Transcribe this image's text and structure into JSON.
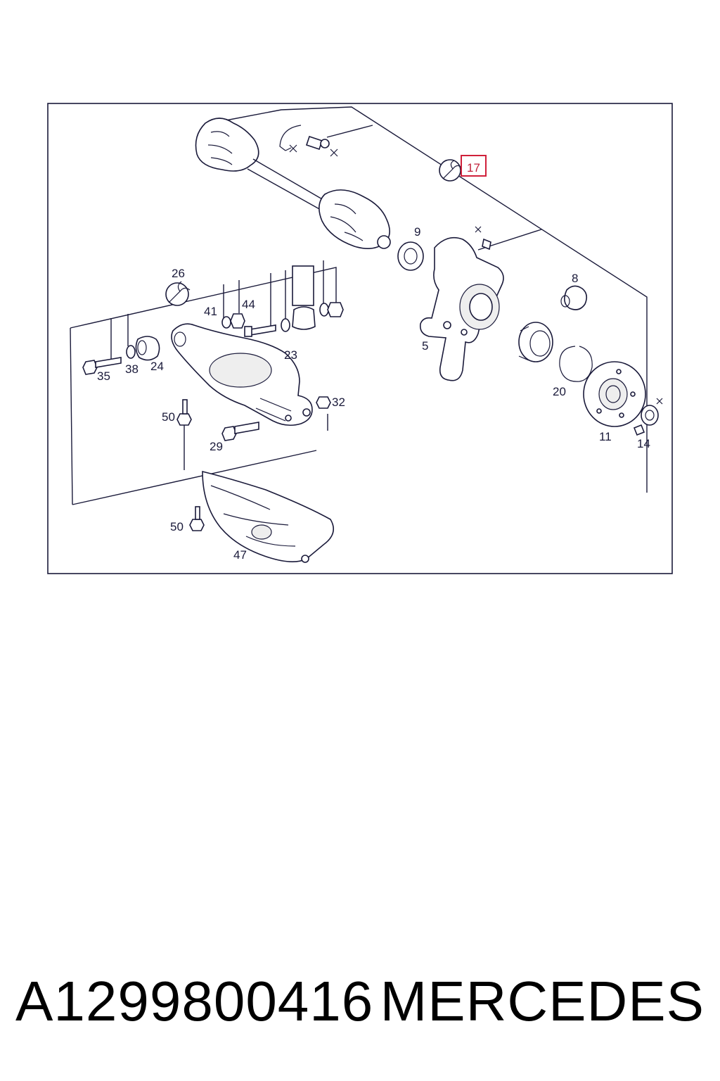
{
  "diagram": {
    "callouts": {
      "c17": "17",
      "c9": "9",
      "c8": "8",
      "c5": "5",
      "c26": "26",
      "c41": "41",
      "c44": "44",
      "c23": "23",
      "c35": "35",
      "c38": "38",
      "c24": "24",
      "c32": "32",
      "c50a": "50",
      "c29": "29",
      "c20": "20",
      "c11": "11",
      "c14": "14",
      "c50b": "50",
      "c47": "47"
    },
    "highlighted_callout": "17",
    "highlight_color": "#d0203a"
  },
  "caption": {
    "part_number": "A1299800416",
    "brand": "MERCEDES"
  }
}
